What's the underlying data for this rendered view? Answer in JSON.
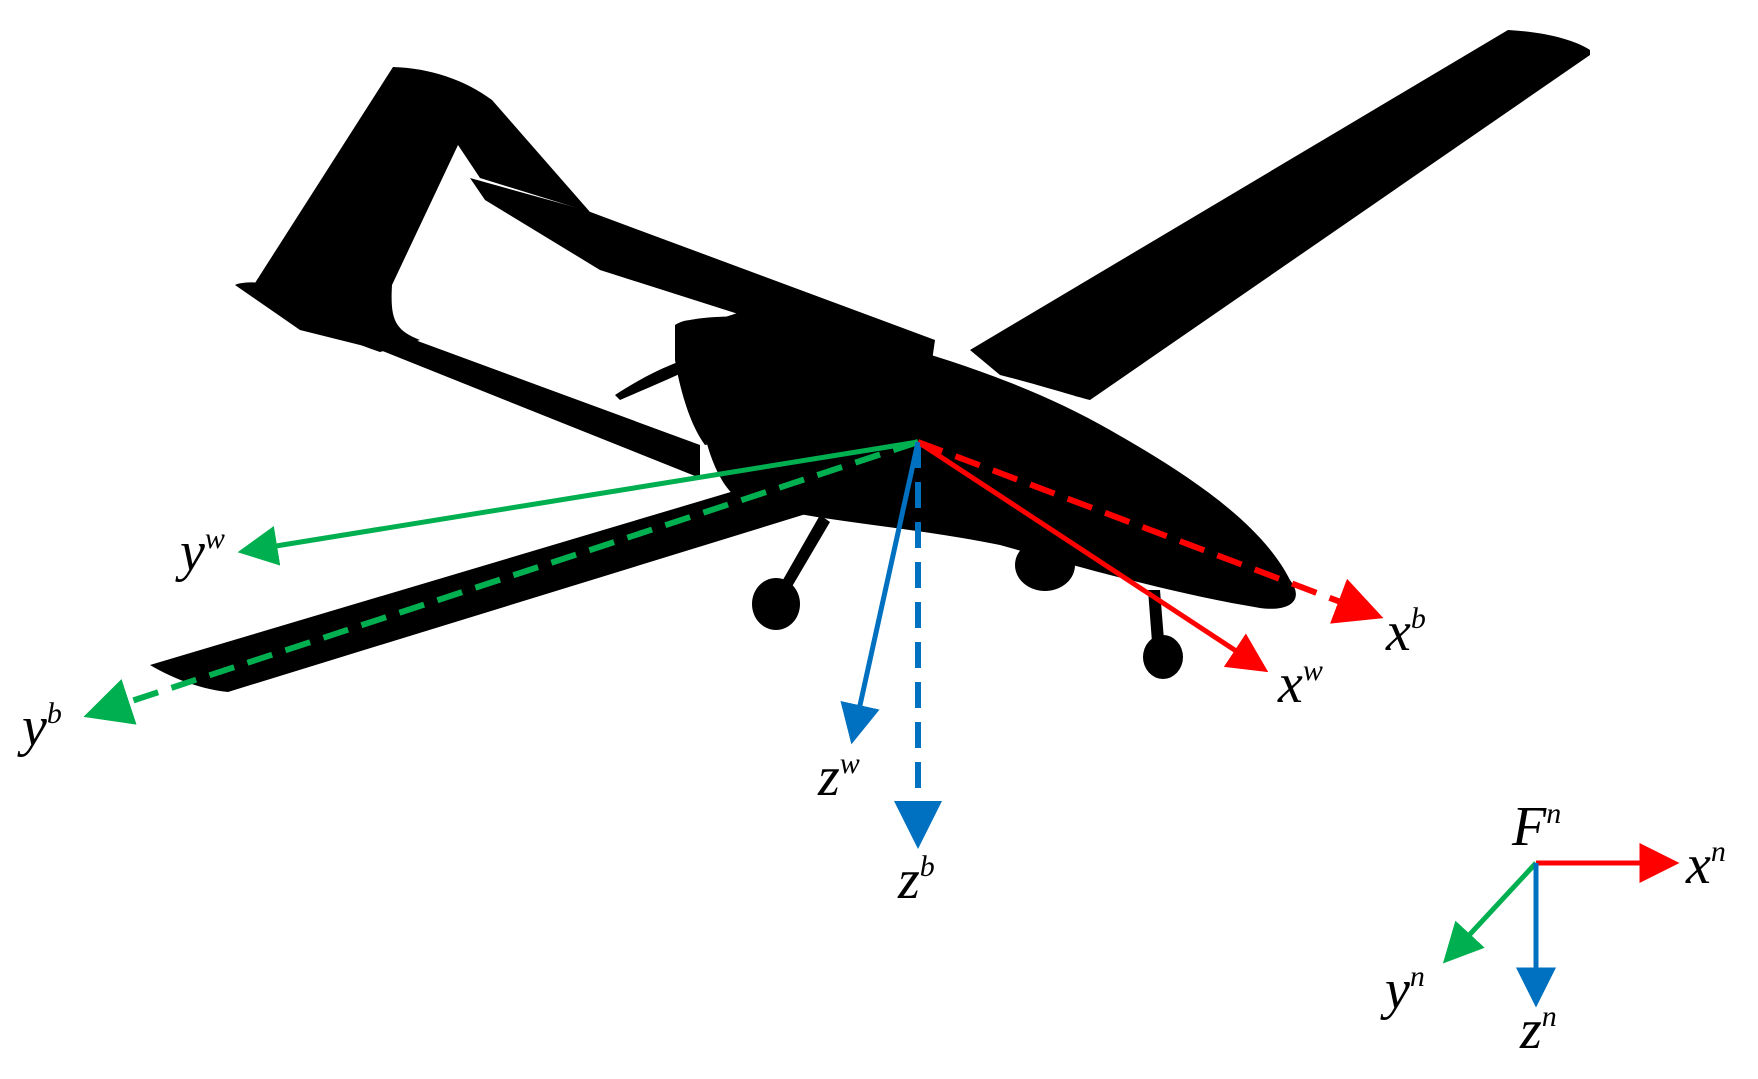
{
  "colors": {
    "silhouette": "#000000",
    "x_axis": "#ff0000",
    "y_axis": "#00b050",
    "z_axis": "#0070c0",
    "background": "#ffffff"
  },
  "labels": {
    "yw": {
      "base": "y",
      "sup": "w"
    },
    "yb": {
      "base": "y",
      "sup": "b"
    },
    "xb": {
      "base": "x",
      "sup": "b"
    },
    "xw": {
      "base": "x",
      "sup": "w"
    },
    "zw": {
      "base": "z",
      "sup": "w"
    },
    "zb": {
      "base": "z",
      "sup": "b"
    },
    "Fn": {
      "base": "F",
      "sup": "n"
    },
    "xn": {
      "base": "x",
      "sup": "n"
    },
    "yn": {
      "base": "y",
      "sup": "n"
    },
    "zn": {
      "base": "z",
      "sup": "n"
    }
  },
  "legend": {
    "frames": [
      {
        "key": "b",
        "style": "dashed"
      },
      {
        "key": "w",
        "style": "solid"
      },
      {
        "key": "n",
        "style": "solid"
      }
    ]
  }
}
